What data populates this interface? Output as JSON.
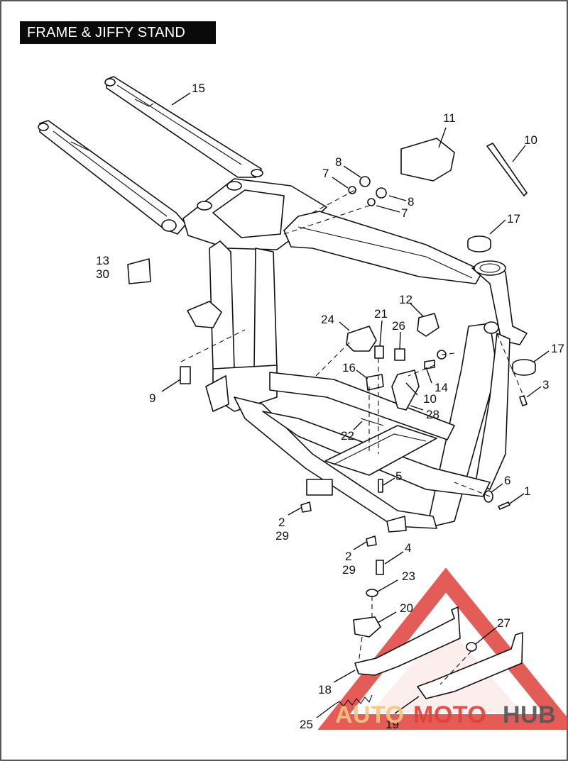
{
  "title": "FRAME & JIFFY STAND",
  "watermark": {
    "part1": "AUTO",
    "part2": "MOTO",
    "part3": "HUB",
    "color_light": "#f4c77c",
    "color_red": "#e0403a",
    "color_gray": "#555555"
  },
  "callouts": {
    "c15": "15",
    "c11": "11",
    "c10a": "10",
    "c8a": "8",
    "c7a": "7",
    "c8b": "8",
    "c7b": "7",
    "c17a": "17",
    "c13": "13",
    "c30": "30",
    "c24": "24",
    "c21": "21",
    "c12": "12",
    "c26": "26",
    "c17b": "17",
    "c3": "3",
    "c16": "16",
    "c14": "14",
    "c10b": "10",
    "c28": "28",
    "c9": "9",
    "c22": "22",
    "c5": "5",
    "c6": "6",
    "c1": "1",
    "c2a": "2",
    "c29a": "29",
    "c2b": "2",
    "c29b": "29",
    "c4": "4",
    "c23": "23",
    "c20": "20",
    "c27": "27",
    "c18": "18",
    "c25": "25",
    "c19": "19"
  }
}
